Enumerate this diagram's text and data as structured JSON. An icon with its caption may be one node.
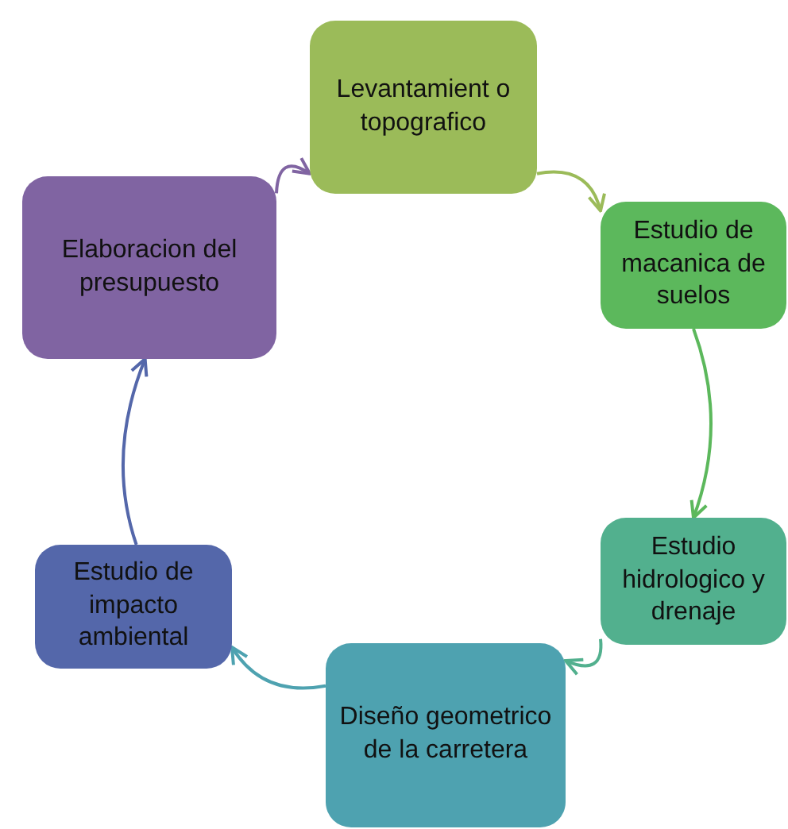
{
  "diagram": {
    "nodes": [
      {
        "text": [
          "Levantamient o topografico"
        ]
      },
      {
        "text": [
          "Estudio de macanica de suelos"
        ]
      },
      {
        "text": [
          "Estudio hidrologico y drenaje"
        ]
      },
      {
        "text": [
          "Diseño geometrico de la carretera"
        ]
      },
      {
        "text": [
          "Estudio de impacto ambiental"
        ]
      },
      {
        "text": [
          "Elaboracion del presupuesto"
        ]
      }
    ],
    "edges": [
      {
        "from": 0,
        "to": 1,
        "arrow": "to",
        "color": "#9bbb59"
      },
      {
        "from": 1,
        "to": 2,
        "arrow": "to",
        "color": "#5cb85c"
      },
      {
        "from": 2,
        "to": 3,
        "arrow": "to",
        "color": "#52b08e"
      },
      {
        "from": 3,
        "to": 4,
        "arrow": "to",
        "color": "#4ea2b0"
      },
      {
        "from": 4,
        "to": 5,
        "arrow": "to",
        "color": "#5467aa"
      },
      {
        "from": 5,
        "to": 0,
        "arrow": "to",
        "color": "#8064a2"
      }
    ]
  }
}
